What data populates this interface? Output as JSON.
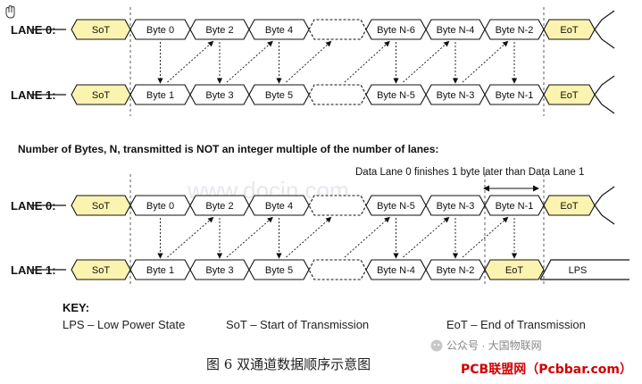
{
  "diagram": {
    "lanes_top": [
      {
        "label": "LANE 0:",
        "cells": [
          "SoT",
          "Byte 0",
          "Byte 2",
          "Byte 4",
          "",
          "Byte N-6",
          "Byte N-4",
          "Byte N-2",
          "EoT"
        ]
      },
      {
        "label": "LANE 1:",
        "cells": [
          "SoT",
          "Byte 1",
          "Byte 3",
          "Byte 5",
          "",
          "Byte N-5",
          "Byte N-3",
          "Byte N-1",
          "EoT"
        ]
      }
    ],
    "note": "Number of Bytes, N, transmitted is NOT an integer multiple of the number of lanes:",
    "annotation": "Data Lane 0 finishes 1 byte later than Data Lane 1",
    "lanes_bottom": [
      {
        "label": "LANE 0:",
        "cells": [
          "SoT",
          "Byte 0",
          "Byte 2",
          "Byte 4",
          "",
          "Byte N-5",
          "Byte N-3",
          "Byte N-1",
          "EoT"
        ]
      },
      {
        "label": "LANE 1:",
        "cells": [
          "SoT",
          "Byte 1",
          "Byte 3",
          "Byte 5",
          "",
          "Byte N-4",
          "Byte N-2",
          "EoT",
          "LPS"
        ]
      }
    ],
    "key": {
      "title": "KEY:",
      "lps": "LPS – Low Power State",
      "sot": "SoT – Start of Transmission",
      "eot": "EoT – End of Transmission"
    }
  },
  "caption": "图 6 双通道数据顺序示意图",
  "watermark": {
    "docin": "www.docin.com",
    "wechat": "公众号 · 大国物联网",
    "brand": "PCB联盟网（Pcbbar.com）"
  },
  "colors": {
    "sot_fill": "#fbf3b0",
    "byte_fill": "#ffffff",
    "stroke": "#111111"
  }
}
